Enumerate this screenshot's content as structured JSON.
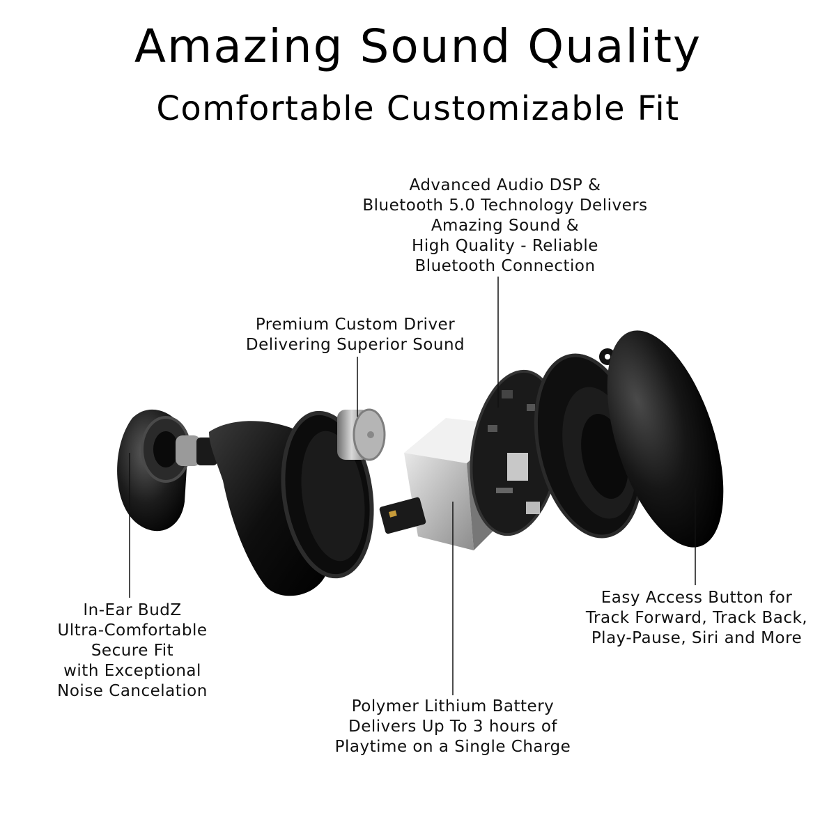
{
  "header": {
    "title": "Amazing Sound Quality",
    "subtitle": "Comfortable Customizable Fit"
  },
  "callouts": {
    "dsp": "Advanced Audio DSP &\nBluetooth 5.0 Technology Delivers\nAmazing Sound &\nHigh Quality - Reliable\nBluetooth Connection",
    "driver": "Premium Custom Driver\nDelivering Superior Sound",
    "budz": "In-Ear BudZ\nUltra-Comfortable\nSecure Fit\nwith Exceptional\nNoise Cancelation",
    "battery": "Polymer Lithium Battery\nDelivers Up To 3 hours of\nPlaytime on a Single Charge",
    "button": "Easy Access Button for\nTrack Forward, Track Back,\nPlay-Pause, Siri and More"
  },
  "colors": {
    "background": "#ffffff",
    "plastic": "#111111",
    "metal": "#a9a9a9",
    "pcb": "#1a1a1a"
  }
}
